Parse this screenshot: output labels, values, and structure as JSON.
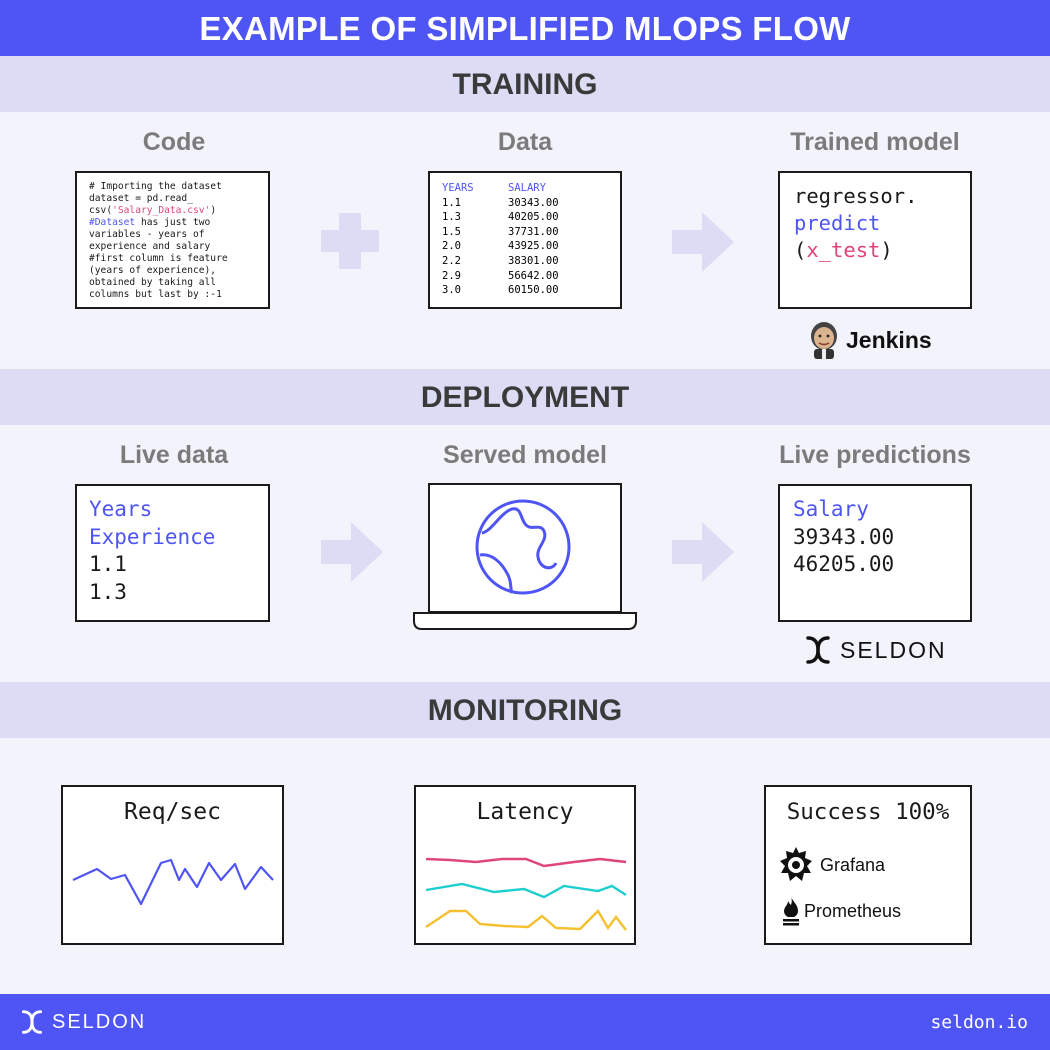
{
  "title": "EXAMPLE OF SIMPLIFIED MLOPS FLOW",
  "training": {
    "band": "TRAINING",
    "code_label": "Code",
    "data_label": "Data",
    "model_label": "Trained model",
    "code_lines": {
      "l1": "# Importing the dataset",
      "l2": "dataset = pd.read_",
      "l3a": "csv(",
      "l3b": "'Salary_Data.csv'",
      "l3c": ")",
      "l4a": "#Dataset",
      "l4b": " has just two",
      "l5": "variables - years of",
      "l6": "experience and salary",
      "l7": "#first column is feature",
      "l8": "(years of experience),",
      "l9": "obtained by taking all",
      "l10": "columns but last by :-1"
    },
    "data_table": {
      "headers": [
        "YEARS",
        "SALARY"
      ],
      "rows": [
        [
          "1.1",
          "30343.00"
        ],
        [
          "1.3",
          "40205.00"
        ],
        [
          "1.5",
          "37731.00"
        ],
        [
          "2.0",
          "43925.00"
        ],
        [
          "2.2",
          "38301.00"
        ],
        [
          "2.9",
          "56642.00"
        ],
        [
          "3.0",
          "60150.00"
        ]
      ]
    },
    "model_code": {
      "line1": "regressor.",
      "line2": "predict",
      "line3_open": "(",
      "line3_arg": "x_test",
      "line3_close": ")"
    },
    "tool": "Jenkins"
  },
  "deployment": {
    "band": "DEPLOYMENT",
    "live_data_label": "Live data",
    "served_label": "Served model",
    "pred_label": "Live predictions",
    "live_data": {
      "header1": "Years",
      "header2": "Experience",
      "v1": "1.1",
      "v2": "1.3"
    },
    "predictions": {
      "header": "Salary",
      "v1": "39343.00",
      "v2": "46205.00"
    },
    "tool": "SELDON"
  },
  "monitoring": {
    "band": "MONITORING",
    "req_title": "Req/sec",
    "latency_title": "Latency",
    "success_title": "Success 100%",
    "tools": [
      "Grafana",
      "Prometheus"
    ]
  },
  "footer": {
    "brand": "SELDON",
    "url": "seldon.io"
  },
  "colors": {
    "accent": "#4f55f5",
    "band": "#dcdcf5",
    "pink": "#e0457a",
    "cyan": "#1fcfcf",
    "yellow": "#f5c030",
    "arrow": "#dcdcf5"
  }
}
